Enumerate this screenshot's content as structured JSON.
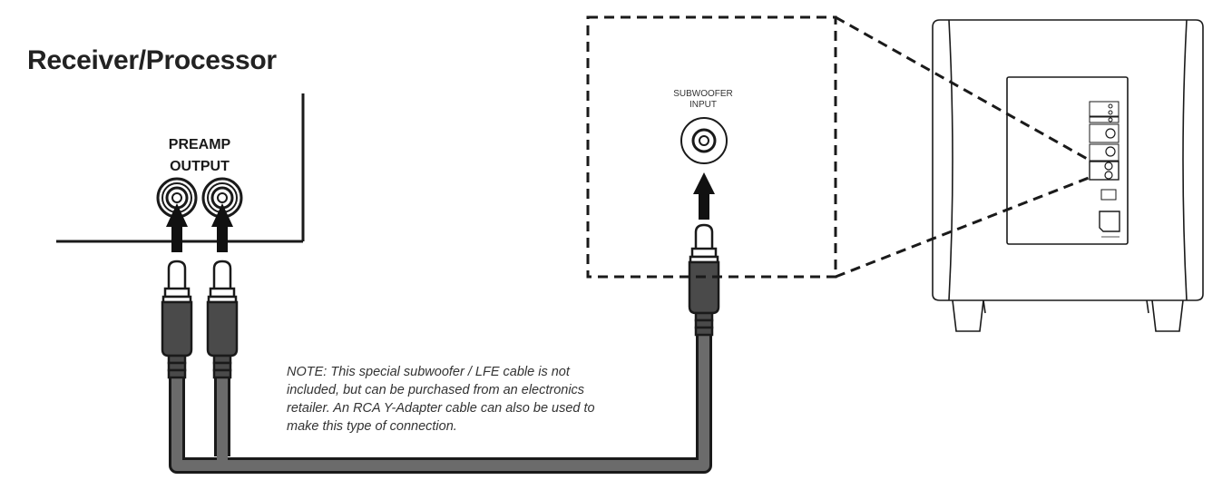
{
  "receiver": {
    "title": "Receiver/Processor",
    "preamp_label_line1": "PREAMP",
    "preamp_label_line2": "OUTPUT"
  },
  "subwoofer": {
    "input_label_line1": "SUBWOOFER",
    "input_label_line2": "INPUT"
  },
  "note": {
    "line1": "NOTE: This special subwoofer / LFE cable is not",
    "line2": "included, but can be purchased from an electronics",
    "line3": "retailer. An RCA Y-Adapter cable can also be used to",
    "line4": "make this type of connection."
  },
  "colors": {
    "line": "#1a1a1a",
    "cable": "#6b6b6b",
    "plug_body": "#4a4a4a"
  }
}
